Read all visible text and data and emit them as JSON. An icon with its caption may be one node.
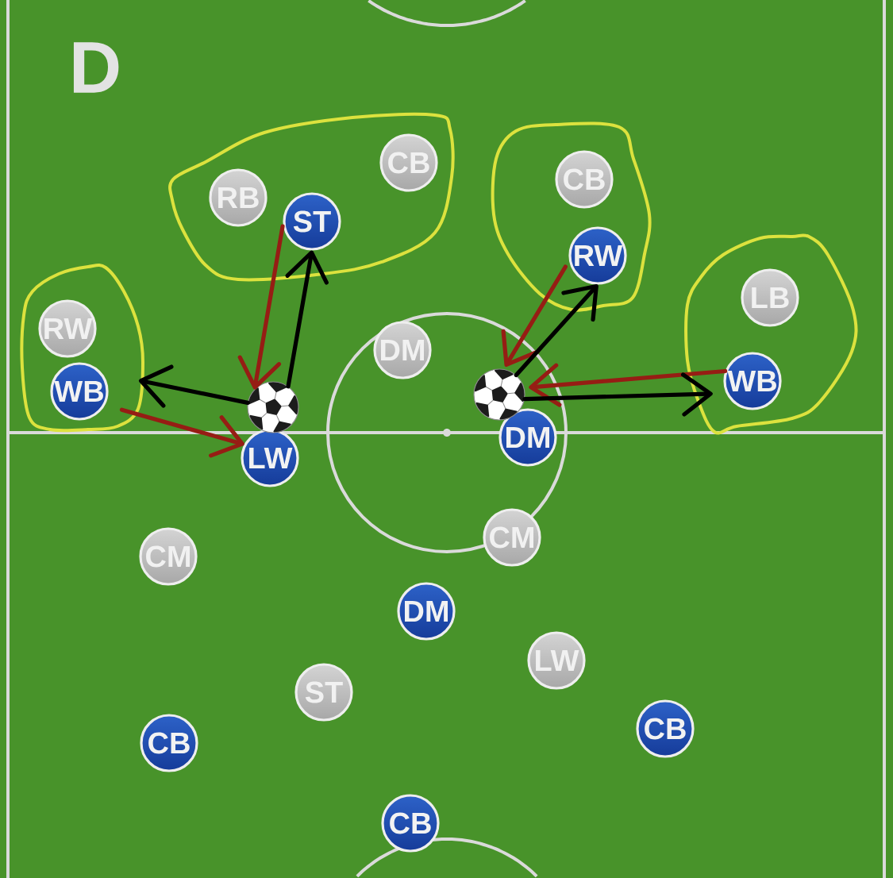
{
  "diagram": {
    "nodes": [
      {
        "text": [],
        "shape": "loop"
      },
      {
        "text": [
          "RB"
        ],
        "in": 0
      },
      {
        "text": [
          "ST"
        ],
        "in": 0
      },
      {
        "text": [
          "CB"
        ],
        "in": 0
      },
      {
        "text": [],
        "shape": "loop"
      },
      {
        "text": [
          "CB"
        ],
        "in": 4
      },
      {
        "text": [
          "RW"
        ],
        "in": 4
      },
      {
        "text": [],
        "shape": "loop"
      },
      {
        "text": [
          "LB"
        ],
        "in": 7
      },
      {
        "text": [
          "WB"
        ],
        "in": 7
      },
      {
        "text": [],
        "shape": "loop"
      },
      {
        "text": [
          "RW"
        ],
        "in": 10
      },
      {
        "text": [
          "WB"
        ],
        "in": 10
      },
      {
        "text": [
          "DM"
        ]
      },
      {
        "text": [],
        "shape": "ball"
      },
      {
        "text": [],
        "shape": "ball"
      },
      {
        "text": [
          "DM"
        ]
      },
      {
        "text": [
          "LW"
        ]
      },
      {
        "text": [
          "CM"
        ]
      },
      {
        "text": [
          "CM"
        ]
      },
      {
        "text": [
          "DM"
        ]
      },
      {
        "text": [
          "LW"
        ]
      },
      {
        "text": [
          "ST"
        ]
      },
      {
        "text": [
          "CB"
        ]
      },
      {
        "text": [
          "CB"
        ]
      },
      {
        "text": [
          "CB"
        ]
      }
    ],
    "edges": [
      {
        "from": 2,
        "to": 14,
        "arrow": "to",
        "color": "#961d14"
      },
      {
        "from": 14,
        "to": 2,
        "arrow": "to",
        "color": "#000000"
      },
      {
        "from": 14,
        "to": 12,
        "arrow": "to",
        "color": "#000000"
      },
      {
        "from": 12,
        "to": 17,
        "arrow": "to",
        "color": "#961d14"
      },
      {
        "from": 6,
        "to": 15,
        "arrow": "to",
        "color": "#961d14"
      },
      {
        "from": 15,
        "to": 6,
        "arrow": "to",
        "color": "#000000"
      },
      {
        "from": 9,
        "to": 15,
        "arrow": "to",
        "color": "#961d14"
      },
      {
        "from": 15,
        "to": 9,
        "arrow": "to",
        "color": "#000000"
      }
    ],
    "labels": [
      "D"
    ]
  }
}
